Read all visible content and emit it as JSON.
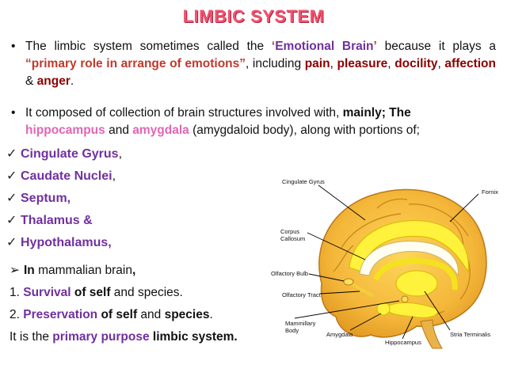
{
  "title": "LIMBIC SYSTEM",
  "p1": {
    "a": "The limbic system sometimes called the ",
    "q1": "‘",
    "em": "Emotional Brain",
    "q2": "’",
    "b": " because it plays a ",
    "role": "“primary role in arrange of emotions”",
    "c": ", including ",
    "pain": "pain",
    "comma1": ",",
    "pleasure": "pleasure",
    "comma2": ", ",
    "docility": "docility",
    "comma3": ", ",
    "affection": "affection",
    "amp": " & ",
    "anger": "anger",
    "dot": "."
  },
  "p2": {
    "a": "It composed of collection of brain structures involved with, ",
    "mainly": "mainly; The",
    "hippo": "hippocampus",
    "and": " and ",
    "amyg": "amygdala",
    "rest": " (amygdaloid body), along with portions of;"
  },
  "checklist": [
    {
      "label": "Cingulate Gyrus",
      "tail": ","
    },
    {
      "label": "Caudate Nuclei",
      "tail": ","
    },
    {
      "label": "Septum,",
      "tail": ""
    },
    {
      "label": "Thalamus &",
      "tail": ""
    },
    {
      "label": "Hypothalamus,",
      "tail": ""
    }
  ],
  "arrow_line": {
    "in": "In",
    "rest": " mammalian brain",
    "comma": ","
  },
  "line1": {
    "num": "1. ",
    "survival": "Survival",
    "of": " of self",
    "rest": " and species."
  },
  "line2": {
    "num": "2. ",
    "preservation": "Preservation",
    "of": " of self",
    "and": " and ",
    "species": "species",
    "dot": "."
  },
  "line3": {
    "a": "It is the ",
    "pp": "primary purpose",
    "b": " limbic system."
  },
  "diagram_labels": {
    "cingulate": "Cingulate Gyrus",
    "fornix": "Fornix",
    "corpus1": "Corpus",
    "corpus2": "Callosum",
    "olfbulb": "Olfactory Bulb",
    "olftract": "Olfactory Tract",
    "mam1": "Mammillary",
    "mam2": "Body",
    "amygdala": "Amygdala",
    "hippocampus": "Hippocampus",
    "stria": "Stria Terminalis"
  }
}
